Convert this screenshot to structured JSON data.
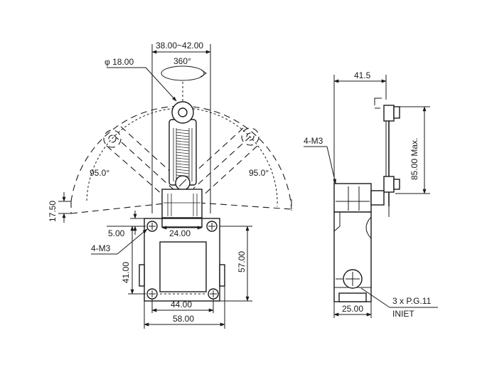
{
  "front_view": {
    "dim_lever_length_range": "38.00~42.00",
    "dim_roller_diameter": "φ 18.00",
    "dim_rotation": "360°",
    "dim_swing_left": "95.0°",
    "dim_swing_right": "95.0°",
    "dim_pretravel": "17.50",
    "dim_mount_offset": "5.00",
    "dim_top_width": "24.00",
    "label_screw": "4-M3",
    "dim_height_left": "41.00",
    "dim_height_right": "57.00",
    "dim_hole_spacing": "44.00",
    "dim_body_width": "58.00"
  },
  "side_view": {
    "dim_lever_offset": "41.5",
    "label_screw": "4-M3",
    "dim_max_height": "85.00 Max.",
    "dim_depth": "25.00",
    "label_conduit": "3 x P.G.11",
    "label_inlet": "INIET"
  },
  "colors": {
    "line": "#1a1a1a",
    "background": "#ffffff"
  }
}
